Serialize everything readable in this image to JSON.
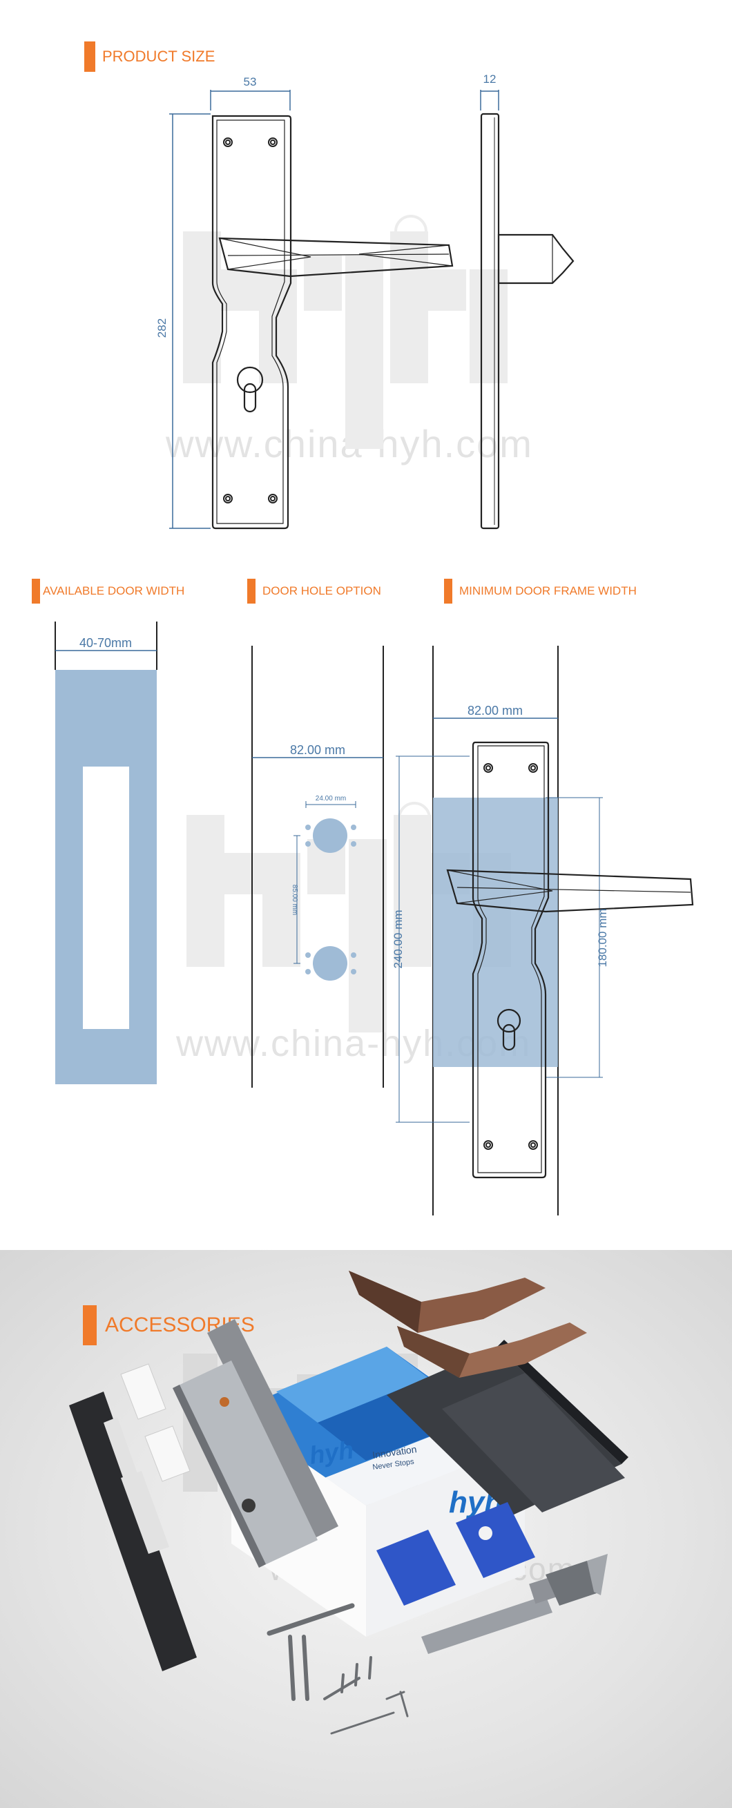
{
  "sections": {
    "product_size": "PRODUCT SIZE",
    "available_door_width": "AVAILABLE DOOR WIDTH",
    "door_hole_option": "DOOR HOLE OPTION",
    "minimum_door_frame_width": "MINIMUM DOOR FRAME WIDTH",
    "accessories": "ACCESSORIES"
  },
  "product_size": {
    "width": "53",
    "thickness": "12",
    "height": "282"
  },
  "door_width": {
    "range": "40-70mm"
  },
  "door_hole": {
    "width": "82.00 mm",
    "hole_spacing": "24.00 mm",
    "hole_height": "85.00 mm"
  },
  "frame": {
    "width": "82.00 mm",
    "total_height": "240.00 mm",
    "handle_height": "180.00 mm"
  },
  "watermark": {
    "url": "www.china-hyh.com"
  },
  "box": {
    "brand": "hyh",
    "tagline_1": "Innovation",
    "tagline_2": "Never Stops"
  },
  "colors": {
    "accent": "#f07a2a",
    "dimension": "#4a78a6",
    "door_fill": "#9fbbd6"
  }
}
